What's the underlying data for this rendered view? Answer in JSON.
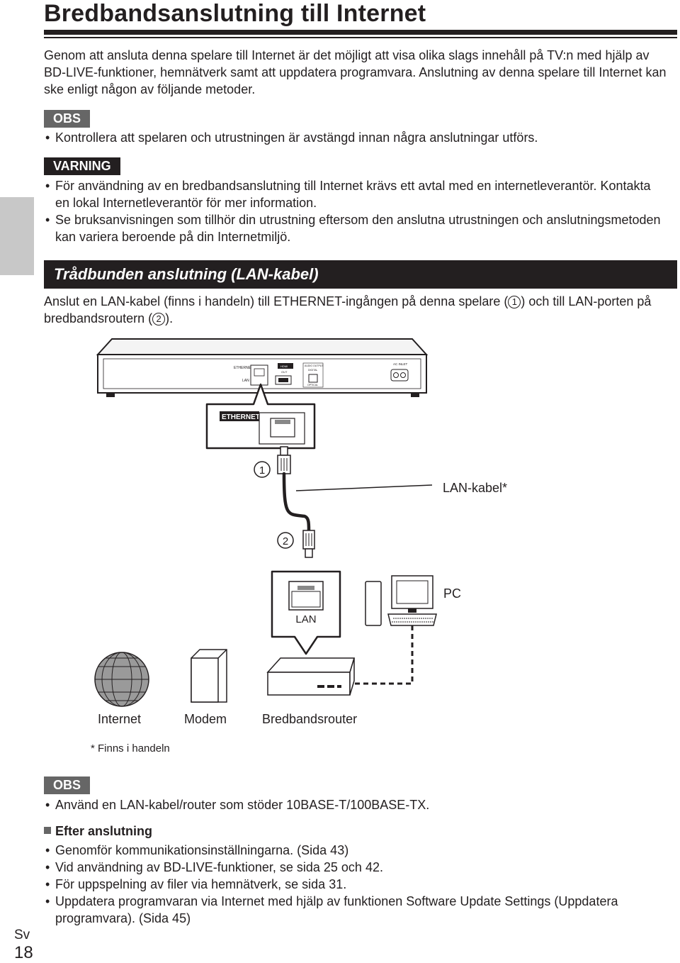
{
  "page": {
    "title": "Bredbandsanslutning till Internet",
    "intro": "Genom att ansluta denna spelare till Internet är det möjligt att visa olika slags innehåll på TV:n med hjälp av BD-LIVE-funktioner, hemnätverk samt att uppdatera programvara. Anslutning av denna spelare till Internet kan ske enligt någon av följande metoder.",
    "obs_label": "OBS",
    "obs_items": [
      "Kontrollera att spelaren och utrustningen är avstängd innan några anslutningar utförs."
    ],
    "warning_label": "VARNING",
    "warning_items": [
      "För användning av en bredbandsanslutning till Internet krävs ett avtal med en internetleverantör. Kontakta en lokal Internetleverantör för mer information.",
      "Se bruksanvisningen som tillhör din utrustning eftersom den anslutna utrustningen och anslutningsmetoden kan variera beroende på din Internetmiljö."
    ],
    "section_title": "Trådbunden anslutning (LAN-kabel)",
    "section_text_1": "Anslut en LAN-kabel (finns i handeln) till ETHERNET-ingången på denna spelare (",
    "marker_1": "1",
    "section_text_2": ") och till LAN-porten på bredbandsroutern (",
    "marker_2": "2",
    "section_text_3": ").",
    "footnote": "* Finns i handeln",
    "obs2_label": "OBS",
    "obs2_items": [
      "Använd en LAN-kabel/router som stöder 10BASE-T/100BASE-TX."
    ],
    "after_heading": "Efter anslutning",
    "after_items": [
      "Genomför kommunikationsinställningarna. (Sida 43)",
      "Vid användning av BD-LIVE-funktioner, se sida 25 och 42.",
      "För uppspelning av filer via hemnätverk, se sida 31.",
      "Uppdatera programvaran via Internet med hjälp av funktionen Software Update Settings (Uppdatera programvara). (Sida 45)"
    ],
    "page_lang": "Sv",
    "page_number": "18"
  },
  "diagram": {
    "panel_ethernet": "ETHERNET",
    "panel_lan": "LAN",
    "panel_hdmi": "HDMI",
    "panel_out": "OUT",
    "panel_audio_output": "AUDIO OUTPUT",
    "panel_digital": "DIGITAL",
    "panel_optical": "OPTICAL",
    "panel_ac_inlet": "AC INLET",
    "zoom_ethernet": "ETHERNET",
    "marker_1": "1",
    "marker_2": "2",
    "cable_label": "LAN-kabel*",
    "router_port": "LAN",
    "pc_label": "PC",
    "internet_label": "Internet",
    "modem_label": "Modem",
    "router_label": "Bredbandsrouter"
  }
}
